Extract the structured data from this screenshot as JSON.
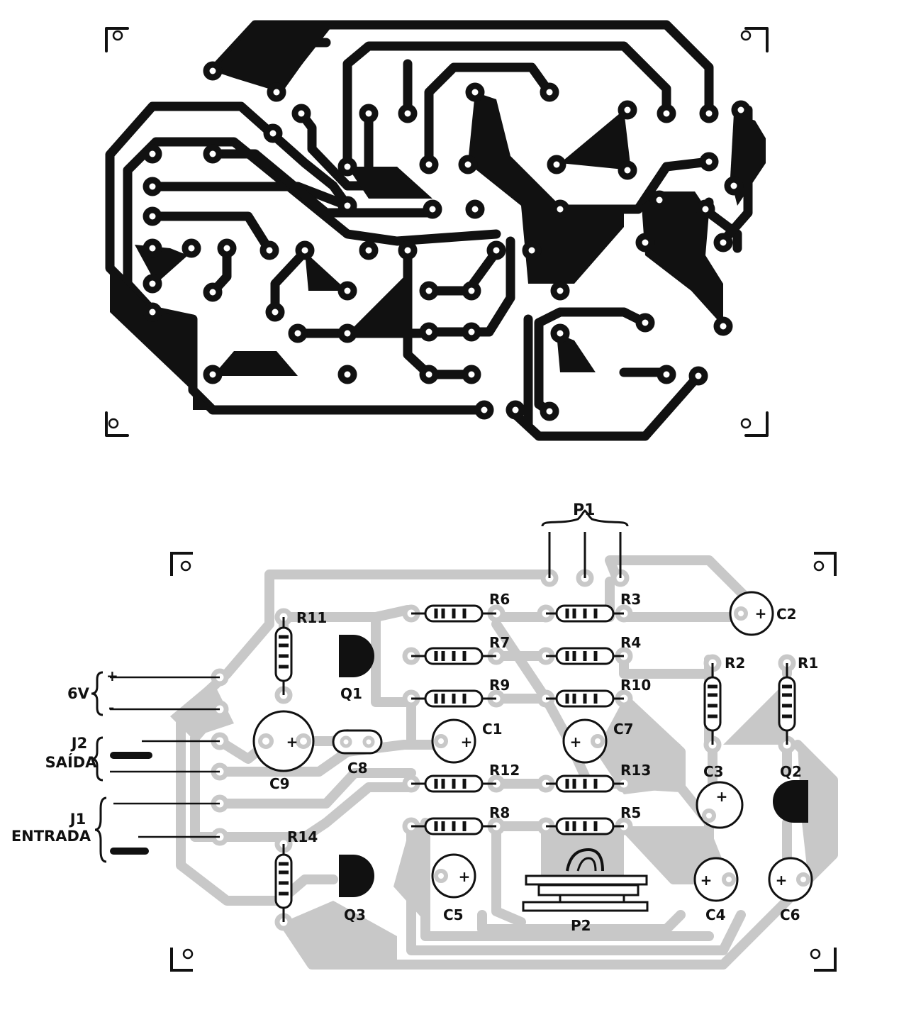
{
  "colors": {
    "copper": "#111111",
    "silk_trace": "#c8c8c8",
    "ink": "#111111",
    "paper": "#ffffff"
  },
  "labels": {
    "p1": "P1",
    "p2": "P2",
    "r1": "R1",
    "r2": "R2",
    "r3": "R3",
    "r4": "R4",
    "r5": "R5",
    "r6": "R6",
    "r7": "R7",
    "r8": "R8",
    "r9": "R9",
    "r10": "R10",
    "r11": "R11",
    "r12": "R12",
    "r13": "R13",
    "r14": "R14",
    "c1": "C1",
    "c2": "C2",
    "c3": "C3",
    "c4": "C4",
    "c5": "C5",
    "c6": "C6",
    "c7": "C7",
    "c8": "C8",
    "c9": "C9",
    "q1": "Q1",
    "q2": "Q2",
    "q3": "Q3",
    "supply": "6V",
    "plus": "+",
    "minus": "-",
    "j2": "J2",
    "j2_name": "SAÍDA",
    "j1": "J1",
    "j1_name": "ENTRADA"
  }
}
